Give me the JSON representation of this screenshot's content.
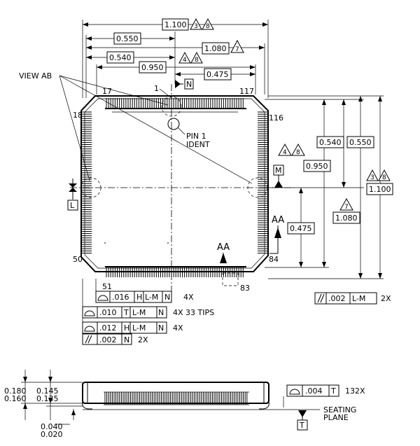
{
  "top_view": {
    "dims": {
      "overall_width": "1.100",
      "half_width": "0.550",
      "half_body": "0.540",
      "pin_span": "0.950",
      "half_pin_span": "0.475",
      "body_width": "1.080"
    },
    "side_dims": {
      "overall_height": "1.100",
      "half_height": "0.550",
      "half_body": "0.540",
      "pin_span": "0.950",
      "half_pin_span": "0.475",
      "body_height": "1.080"
    },
    "notes": {
      "n38": "3",
      "n8": "8",
      "n7": "7",
      "n4": "4"
    },
    "labels": {
      "view_ab": "VIEW AB",
      "pin1_ident_1": "PIN 1",
      "pin1_ident_2": "IDENT",
      "aa_right": "AA",
      "aa_bottom": "AA",
      "datum_n": "N",
      "datum_m": "M",
      "datum_l": "L",
      "pin_1": "1",
      "pin_17": "17",
      "pin_18": "18",
      "pin_50": "50",
      "pin_51": "51",
      "pin_83": "83",
      "pin_84": "84",
      "pin_116": "116",
      "pin_117": "117"
    },
    "fcf": [
      {
        "sym": "profile",
        "tol": ".016",
        "d1": "H",
        "d2": "L-M",
        "d3": "N",
        "note": "4X"
      },
      {
        "sym": "profile",
        "tol": ".010",
        "d1": "T",
        "d2": "L-M",
        "d3": "N",
        "note": "4X 33 TIPS"
      },
      {
        "sym": "profile",
        "tol": ".012",
        "d1": "H",
        "d2": "L-M",
        "d3": "N",
        "note": "4X"
      },
      {
        "sym": "parallel",
        "tol": ".002",
        "d1": "N",
        "note": "2X"
      }
    ],
    "fcf_right": {
      "sym": "parallel",
      "tol": ".002",
      "d1": "L-M",
      "note": "2X"
    }
  },
  "side_view": {
    "dim_180": "0.180",
    "dim_160": "0.160",
    "dim_145": "0.145",
    "dim_135": "0.135",
    "dim_040": "0.040",
    "dim_020": "0.020",
    "fcf": {
      "sym": "profile",
      "tol": ".004",
      "d1": "T",
      "note": "132X"
    },
    "seating_1": "SEATING",
    "seating_2": "PLANE",
    "datum_t": "T"
  }
}
